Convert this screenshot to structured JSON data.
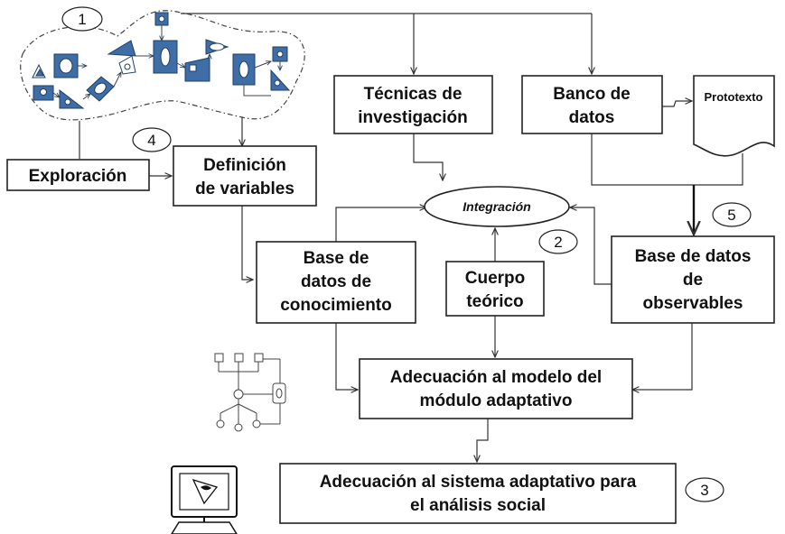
{
  "nodes": {
    "tecnicas": [
      "Técnicas de",
      "investigación"
    ],
    "banco": [
      "Banco de",
      "datos"
    ],
    "prototexto": "Prototexto",
    "exploracion": "Exploración",
    "definicion": [
      "Definición",
      "de variables"
    ],
    "integracion": "Integración",
    "base_conocimiento": [
      "Base de",
      "datos de",
      "conocimiento"
    ],
    "cuerpo": [
      "Cuerpo",
      "teórico"
    ],
    "base_observables": [
      "Base de datos",
      "de",
      "observables"
    ],
    "adecuacion_modelo": [
      "Adecuación al modelo del",
      "módulo adaptativo"
    ],
    "adecuacion_sistema": [
      "Adecuación al sistema adaptativo para",
      "el análisis social"
    ]
  },
  "markers": [
    "1",
    "2",
    "3",
    "4",
    "5"
  ],
  "icons": {
    "exploration_cloud": "scattered-blue-shapes-cloud",
    "network": "node-network-icon",
    "computer": "computer-monitor-icon"
  },
  "colors": {
    "shapes": "#3f6ea6",
    "lines": "#333333"
  }
}
